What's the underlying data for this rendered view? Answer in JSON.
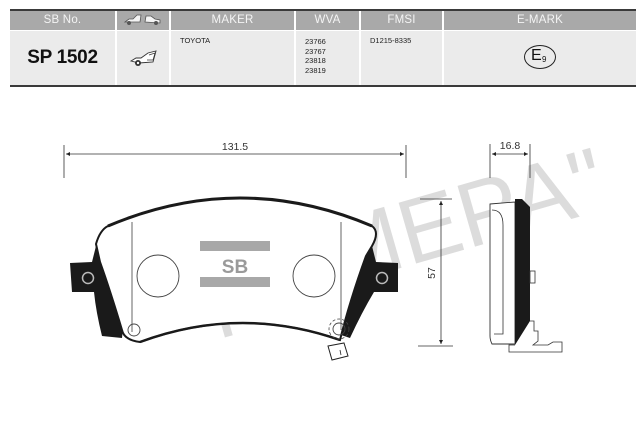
{
  "table": {
    "headers": {
      "sb_no": "SB No.",
      "vehicle_icon": "car-axle-icon",
      "maker": "MAKER",
      "wva": "WVA",
      "fmsi": "FMSI",
      "emark": "E-MARK"
    },
    "row": {
      "sb_no": "SP 1502",
      "axle_icon": "front-axle-car-icon",
      "maker": "TOYOTA",
      "wva": [
        "23766",
        "23767",
        "23818",
        "23819"
      ],
      "fmsi": "D1215-8335",
      "emark_letter": "E",
      "emark_number": "9"
    }
  },
  "drawing": {
    "width_dimension": "131.5",
    "height_dimension": "57",
    "thickness_dimension": "16.8",
    "logo_text": "SB",
    "watermark": "ТД \"МЕРА\"",
    "colors": {
      "line": "#1a1a1a",
      "logo_gray": "#a8a8a8",
      "watermark_gray": "#d6d6d6",
      "header_gray": "#a9a9a9",
      "body_gray": "#ebebeb"
    }
  }
}
